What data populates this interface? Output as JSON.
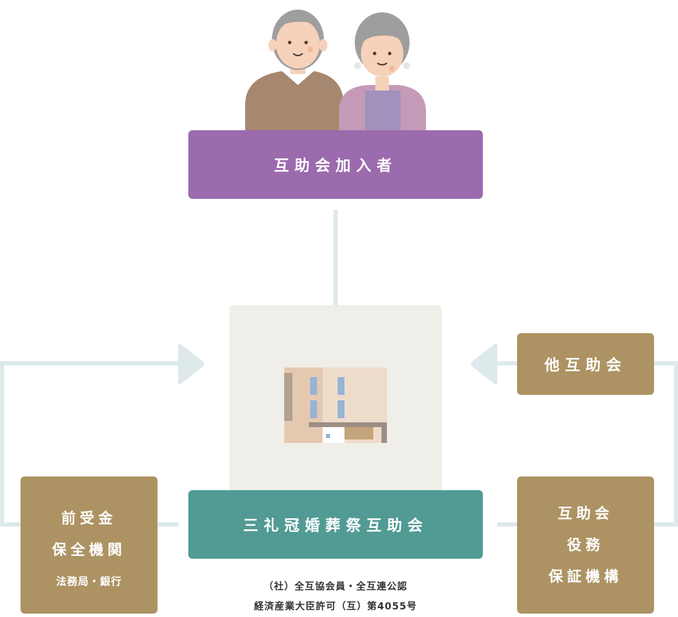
{
  "nodes": {
    "member": "互助会加入者",
    "company": "三礼冠婚葬祭互助会",
    "other_mutual": "他互助会",
    "advance_line1": "前受金",
    "advance_line2": "保全機関",
    "advance_sub": "法務局・銀行",
    "guarantee_line1": "互助会",
    "guarantee_line2": "役務",
    "guarantee_line3": "保証機構"
  },
  "notes": {
    "line1": "（社）全互協会員・全互連公認",
    "line2": "経済産業大臣許可（互）第4055号"
  },
  "colors": {
    "member_box": "#9b6bad",
    "company_box": "#519b94",
    "side_boxes": "#ad9363",
    "connector": "#dde9ea",
    "building_panel": "#efeee8"
  },
  "icons": {
    "members": "elderly-couple-icon",
    "office": "office-building-icon"
  }
}
